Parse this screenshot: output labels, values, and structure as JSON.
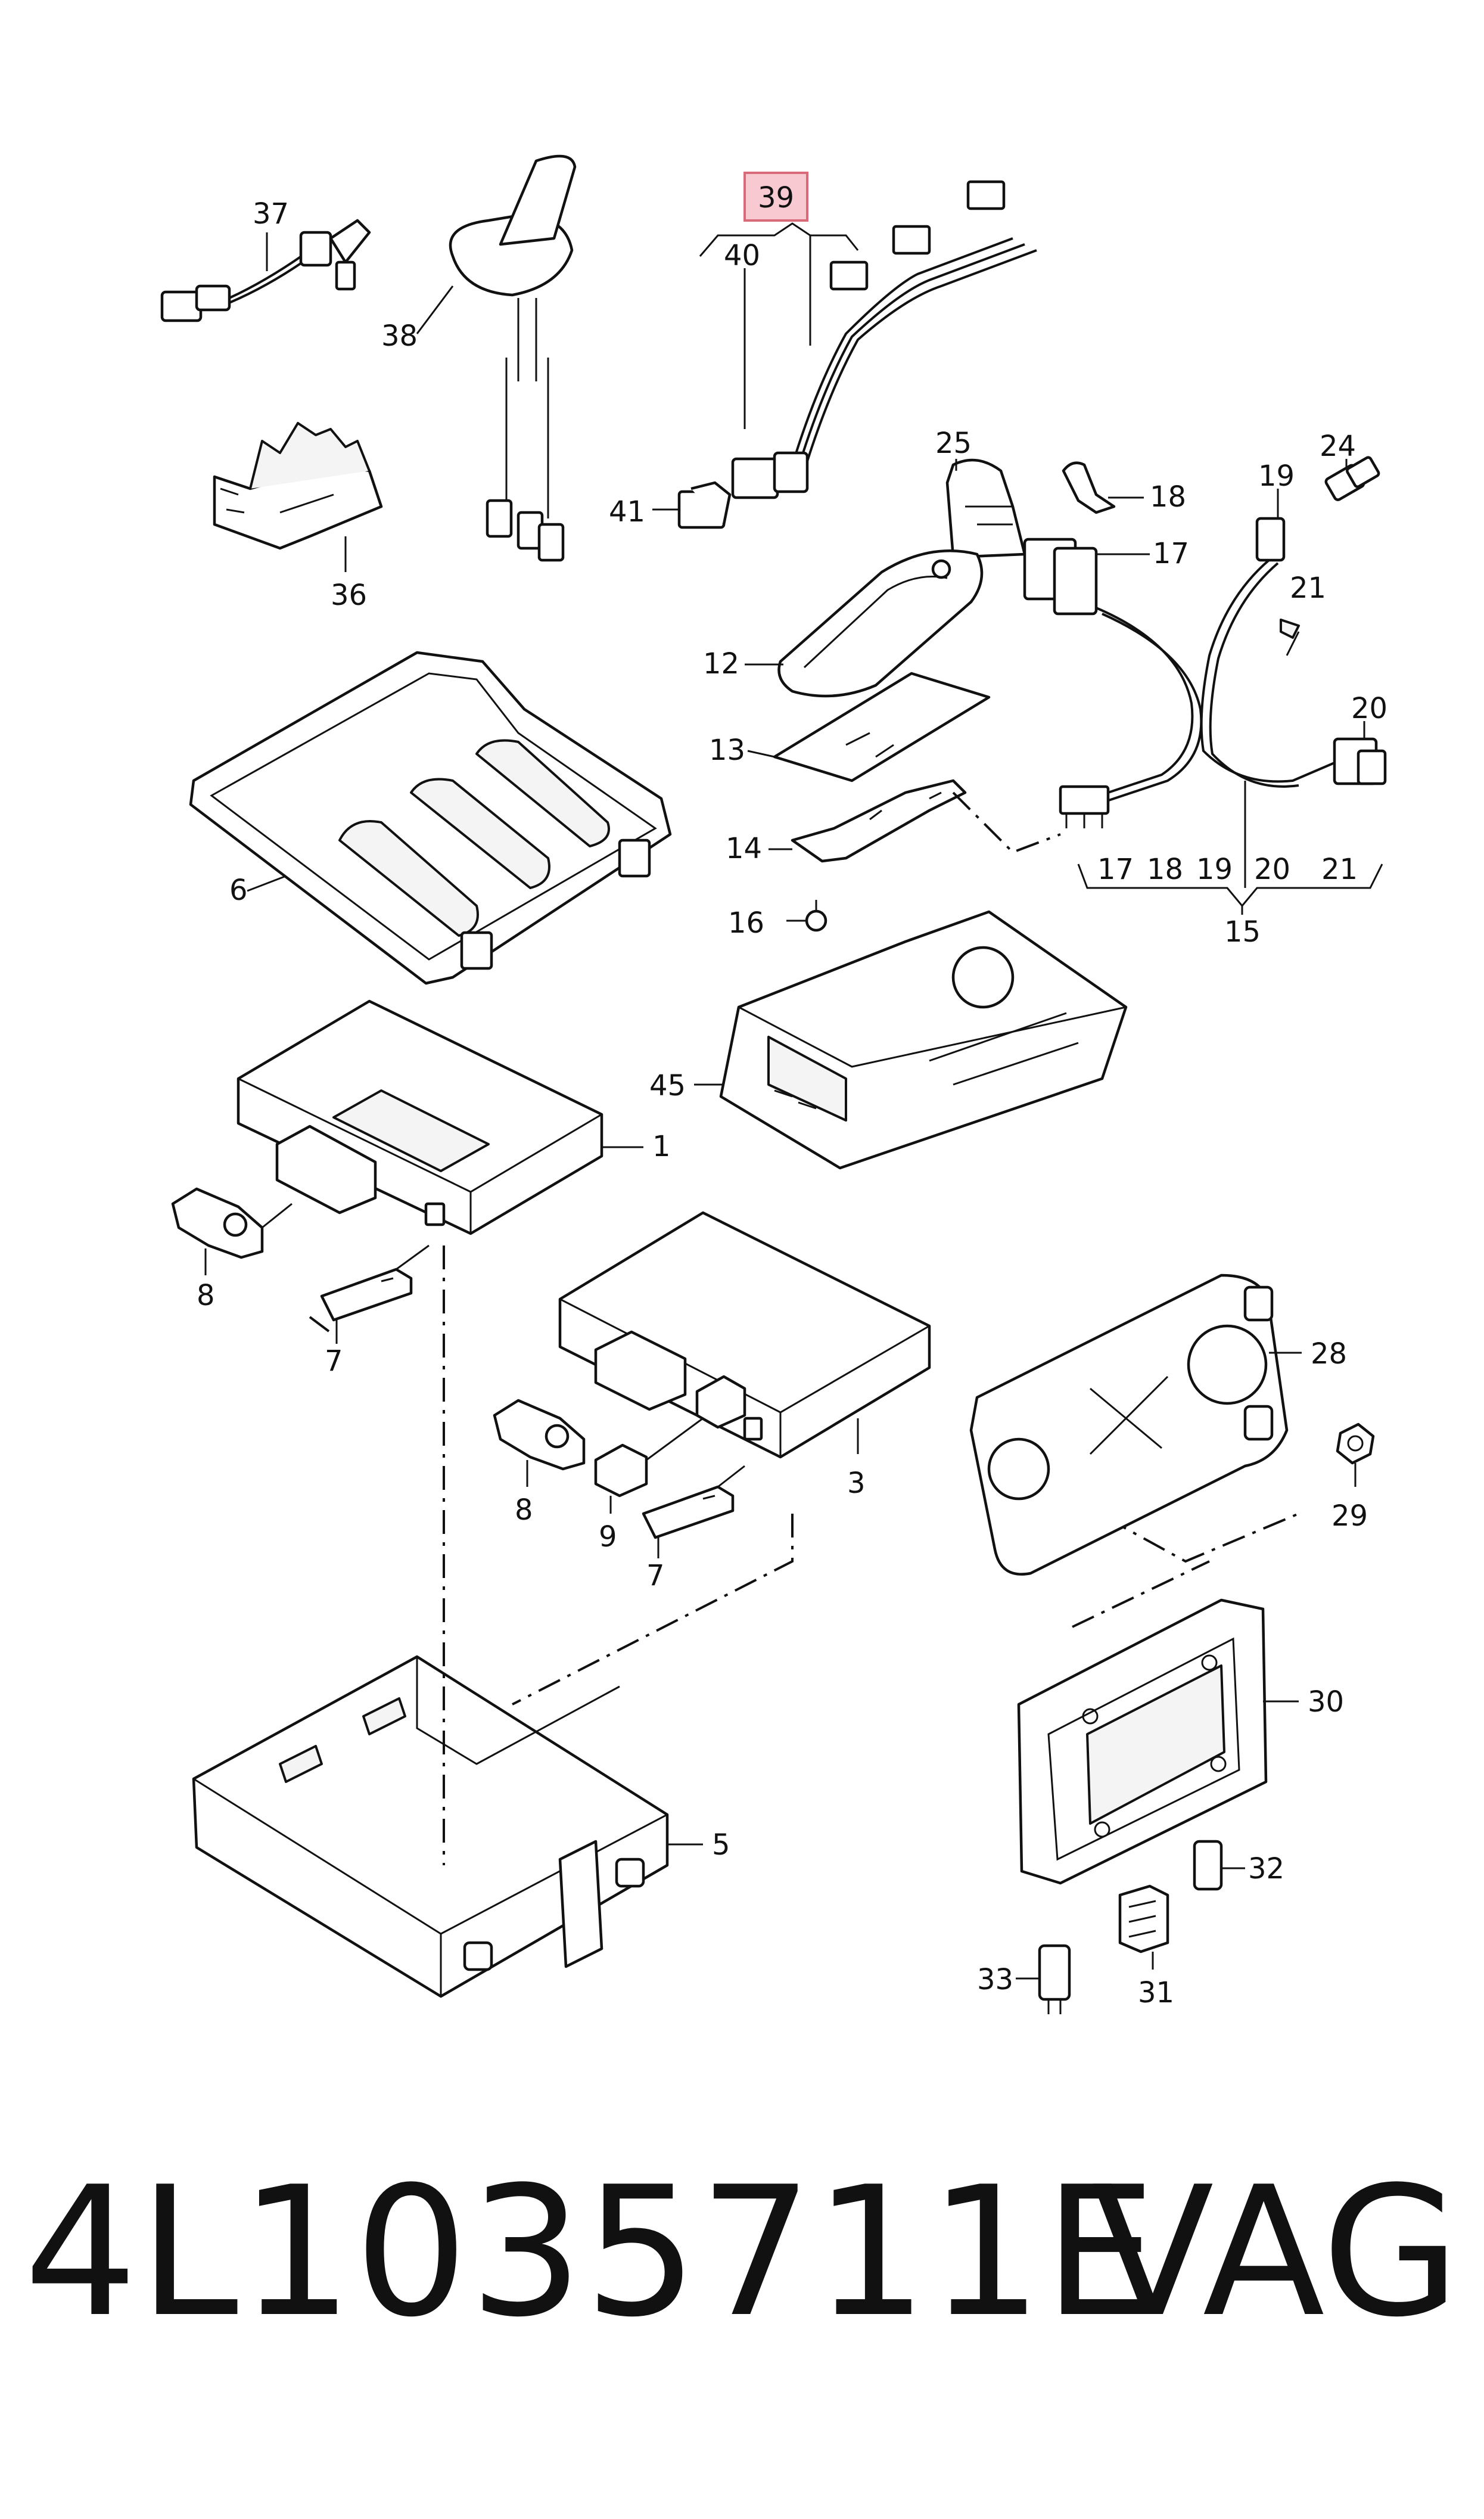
{
  "callouts": {
    "c1": "1",
    "c3": "3",
    "c5": "5",
    "c6": "6",
    "c7a": "7",
    "c7b": "7",
    "c8a": "8",
    "c8b": "8",
    "c9": "9",
    "c12": "12",
    "c13": "13",
    "c14": "14",
    "c15": "15",
    "c16": "16",
    "c17": "17",
    "c17b": "17",
    "c18": "18",
    "c18b": "18",
    "c19": "19",
    "c19b": "19",
    "c20": "20",
    "c20b": "20",
    "c21": "21",
    "c21b": "21",
    "c24": "24",
    "c25": "25",
    "c28": "28",
    "c29": "29",
    "c30": "30",
    "c31": "31",
    "c32": "32",
    "c33": "33",
    "c36": "36",
    "c37": "37",
    "c38": "38",
    "c39": "39",
    "c40": "40",
    "c41": "41",
    "c45": "45"
  },
  "highlighted_callout": "39",
  "footer": {
    "part_number": "4L1035711E",
    "brand": "VAG"
  },
  "colors": {
    "line": "#111111",
    "highlight_fill": "#f8c9d0",
    "highlight_stroke": "#d86a7a"
  }
}
